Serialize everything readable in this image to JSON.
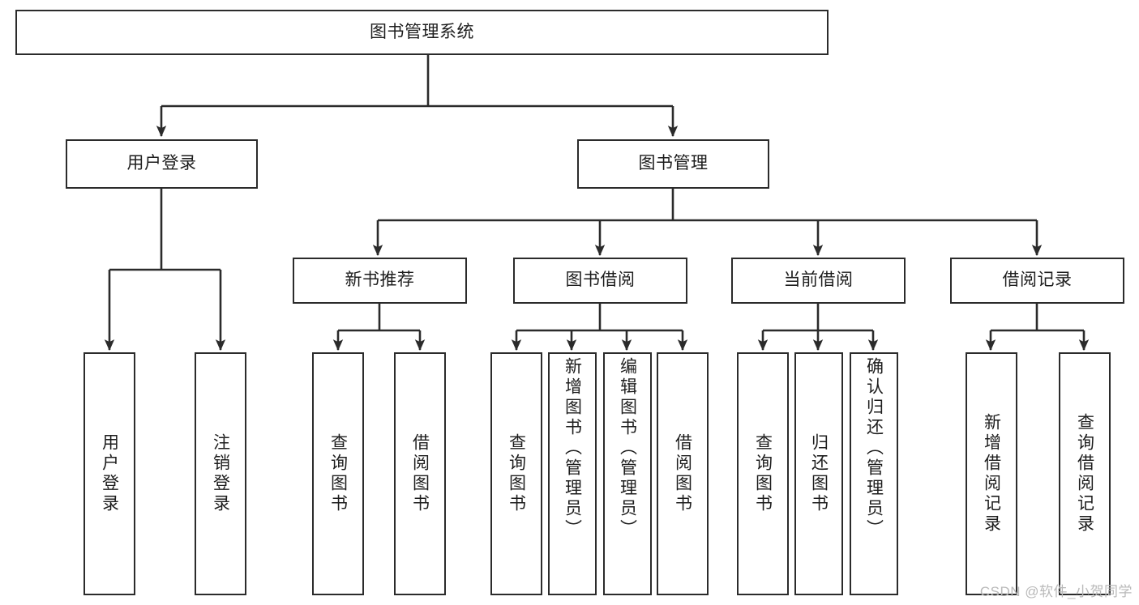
{
  "diagram": {
    "title": "图书管理系统",
    "type": "tree",
    "watermark": "CSDN @软件_小贺同学",
    "colors": {
      "box_border": "#2b2b2b",
      "box_fill": "#ffffff",
      "edge": "#2b2b2b",
      "background": "#ffffff",
      "watermark": "#b9b9b9"
    },
    "root": {
      "label": "图书管理系统"
    },
    "level1": [
      {
        "label": "用户登录"
      },
      {
        "label": "图书管理"
      }
    ],
    "level2": [
      {
        "label": "新书推荐",
        "parent": "图书管理"
      },
      {
        "label": "图书借阅",
        "parent": "图书管理"
      },
      {
        "label": "当前借阅",
        "parent": "图书管理"
      },
      {
        "label": "借阅记录",
        "parent": "图书管理"
      }
    ],
    "leaves": {
      "user_login": [
        {
          "label": "用户登录"
        },
        {
          "label": "注销登录"
        }
      ],
      "new_book_recommend": [
        {
          "label": "查询图书"
        },
        {
          "label": "借阅图书"
        }
      ],
      "book_borrow": [
        {
          "label": "查询图书"
        },
        {
          "label": "新增图书（管理员）"
        },
        {
          "label": "编辑图书（管理员）"
        },
        {
          "label": "借阅图书"
        }
      ],
      "current_borrow": [
        {
          "label": "查询图书"
        },
        {
          "label": "归还图书"
        },
        {
          "label": "确认归还（管理员）"
        }
      ],
      "borrow_record": [
        {
          "label": "新增借阅记录"
        },
        {
          "label": "查询借阅记录"
        }
      ]
    }
  }
}
